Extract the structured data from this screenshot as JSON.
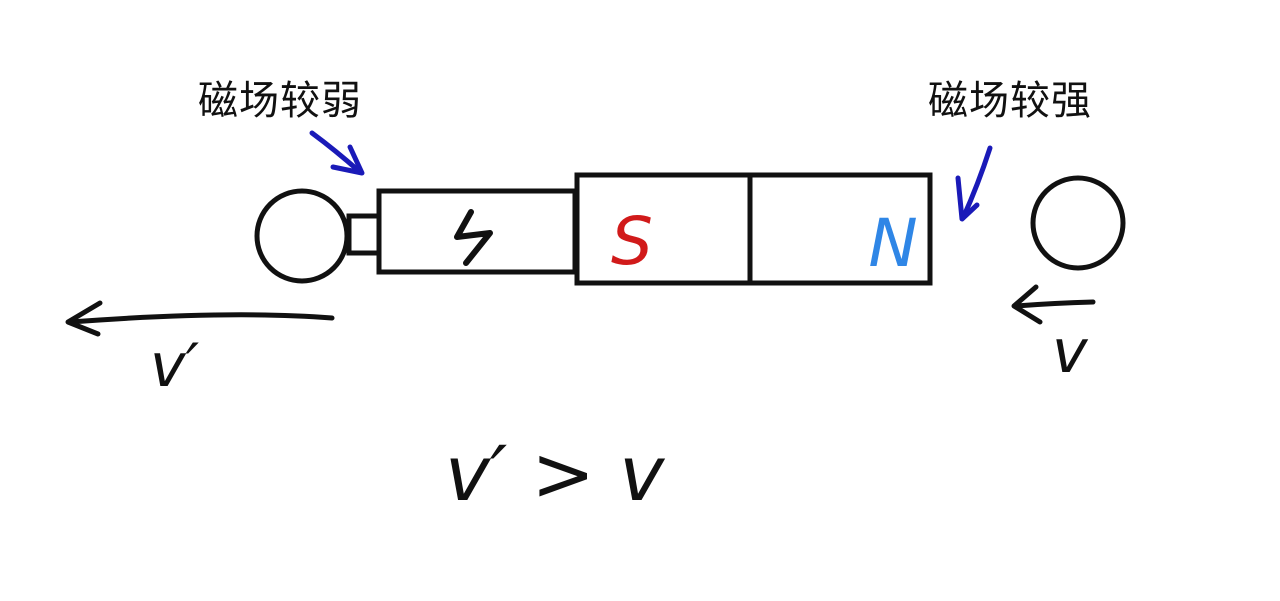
{
  "labels": {
    "weak_field": "磁场较弱",
    "strong_field": "磁场较强"
  },
  "magnet": {
    "south_pole": "S",
    "north_pole": "N"
  },
  "velocities": {
    "left_ball": "v′",
    "right_ball": "v",
    "relation": "v′ > v"
  },
  "colors": {
    "stroke": "#111111",
    "arrow_blue": "#1a1ab8",
    "south": "#d11a1a",
    "north": "#2f86e6"
  }
}
